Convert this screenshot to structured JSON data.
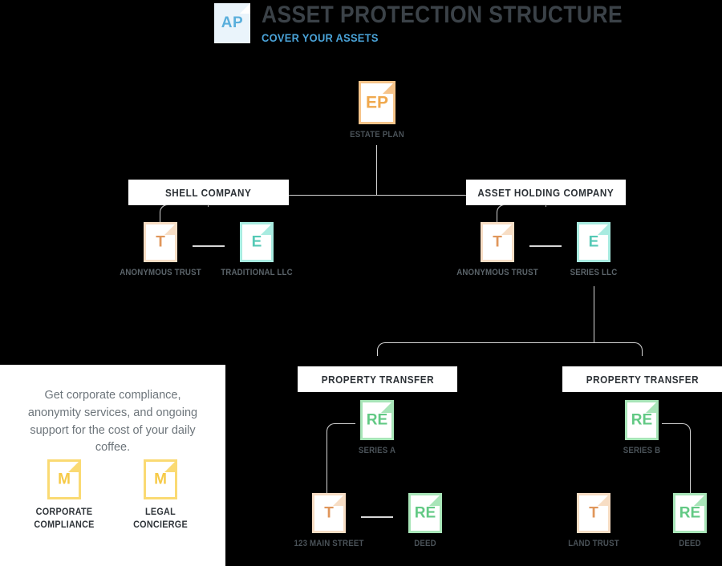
{
  "header": {
    "logo_text": "AP",
    "logo_icon": "document-icon",
    "title": "ASSET PROTECTION STRUCTURE",
    "subtitle": "COVER YOUR ASSETS"
  },
  "colors": {
    "canvas": "#000000",
    "panel": "#ffffff",
    "connector": "#d6d6d6",
    "logo_accent": "#5aafdc",
    "title": "#3b4248",
    "subtitle": "#4aa3d8",
    "orange": "#e0965a",
    "amber": "#f0a94e",
    "teal": "#55c9b6",
    "green": "#62c984",
    "yellow": "#f6ca47"
  },
  "diagram": {
    "root": {
      "letter": "EP",
      "label": "ESTATE PLAN",
      "icon": "document-icon",
      "color": "amber"
    },
    "banners": [
      {
        "label": "SHELL COMPANY"
      },
      {
        "label": "ASSET HOLDING COMPANY"
      },
      {
        "label": "PROPERTY TRANSFER"
      },
      {
        "label": "PROPERTY TRANSFER"
      }
    ],
    "shell_company": [
      {
        "letter": "T",
        "label": "ANONYMOUS TRUST",
        "icon": "document-icon",
        "color": "orange"
      },
      {
        "letter": "E",
        "label": "TRADITIONAL LLC",
        "icon": "document-icon",
        "color": "teal"
      }
    ],
    "asset_holding_company": [
      {
        "letter": "T",
        "label": "ANONYMOUS TRUST",
        "icon": "document-icon",
        "color": "orange"
      },
      {
        "letter": "E",
        "label": "SERIES LLC",
        "icon": "document-icon",
        "color": "teal"
      }
    ],
    "series_a_branch": {
      "head": {
        "letter": "RE",
        "label": "SERIES A",
        "icon": "document-icon",
        "color": "green"
      },
      "children": [
        {
          "letter": "T",
          "label": "123 MAIN STREET",
          "icon": "document-icon",
          "color": "orange"
        },
        {
          "letter": "RE",
          "label": "DEED",
          "icon": "document-icon",
          "color": "green"
        }
      ]
    },
    "series_b_branch": {
      "head": {
        "letter": "RE",
        "label": "SERIES B",
        "icon": "document-icon",
        "color": "green"
      },
      "children": [
        {
          "letter": "T",
          "label": "LAND TRUST",
          "icon": "document-icon",
          "color": "orange"
        },
        {
          "letter": "RE",
          "label": "DEED",
          "icon": "document-icon",
          "color": "green"
        }
      ]
    }
  },
  "panel": {
    "description": "Get corporate compliance, anonymity services, and ongoing support for the cost of your daily coffee.",
    "services": [
      {
        "letter": "M",
        "label": "CORPORATE COMPLIANCE",
        "icon": "document-icon",
        "color": "yellow"
      },
      {
        "letter": "M",
        "label": "LEGAL CONCIERGE",
        "icon": "document-icon",
        "color": "yellow"
      }
    ]
  }
}
